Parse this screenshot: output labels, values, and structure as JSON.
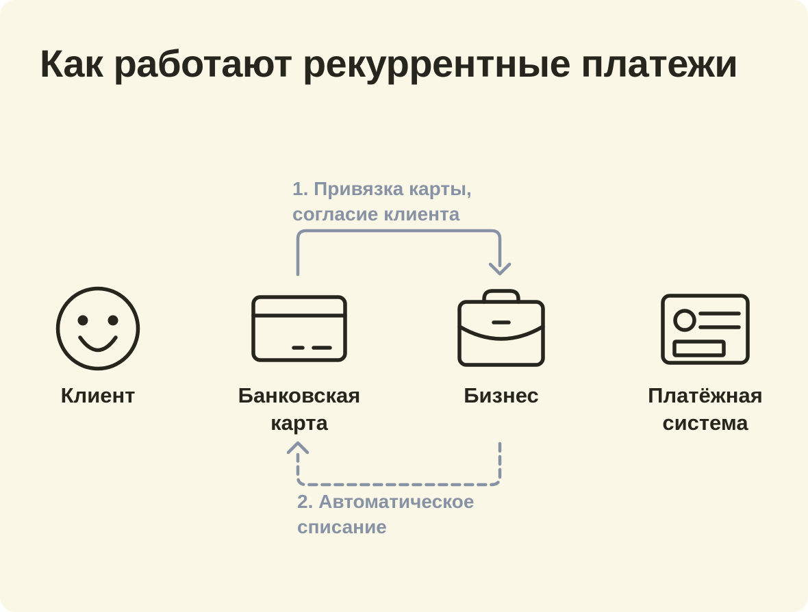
{
  "page": {
    "title": "Как работают рекуррентные платежи"
  },
  "entities": [
    {
      "id": "client",
      "label": "Клиент",
      "icon": "smiley-face-icon"
    },
    {
      "id": "bank-card",
      "label": "Банковская\nкарта",
      "icon": "bank-card-icon"
    },
    {
      "id": "business",
      "label": "Бизнес",
      "icon": "briefcase-icon"
    },
    {
      "id": "payment-system",
      "label": "Платёжная\nсистема",
      "icon": "payment-system-icon"
    }
  ],
  "flows": [
    {
      "step": 1,
      "label": "1. Привязка карты,\nсогласие клиента",
      "from": "bank-card",
      "to": "business",
      "line_style": "solid"
    },
    {
      "step": 2,
      "label": "2. Автоматическое\nсписание",
      "from": "business",
      "to": "bank-card",
      "line_style": "dashed"
    }
  ],
  "colors": {
    "background": "#FBF7E6",
    "page_outside": "#FFFFFF",
    "ink": "#26251E",
    "accent": "#8793A5"
  }
}
